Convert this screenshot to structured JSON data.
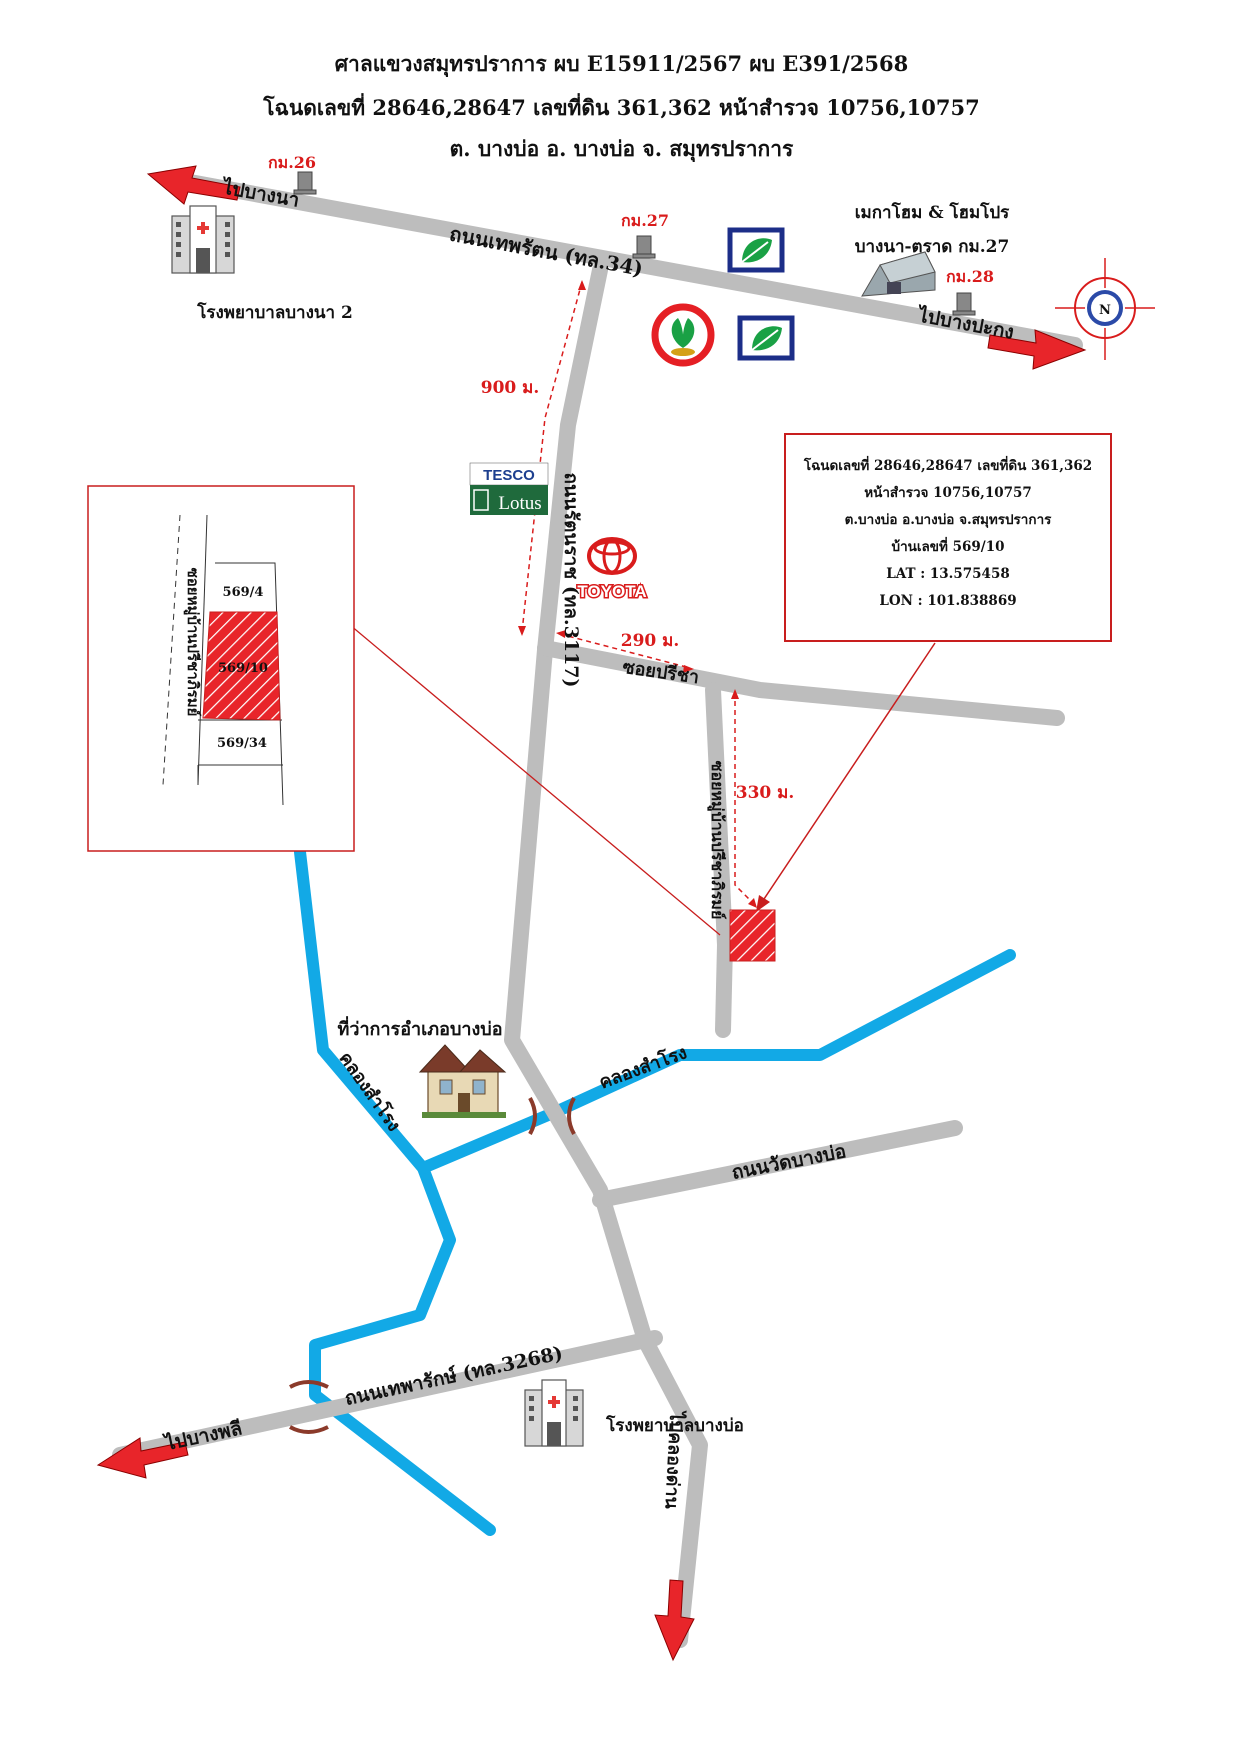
{
  "header": {
    "line1": "ศาลแขวงสมุทรปราการ  ผบ E15911/2567  ผบ E391/2568",
    "line2": "โฉนดเลขที่ 28646,28647  เลขที่ดิน 361,362  หน้าสำรวจ 10756,10757",
    "line3": "ต. บางบ่อ  อ. บางบ่อ  จ. สมุทรปราการ"
  },
  "info_box": {
    "deed": "โฉนดเลขที่ 28646,28647 เลขที่ดิน 361,362",
    "survey": "หน้าสำรวจ 10756,10757",
    "location": "ต.บางบ่อ อ.บางบ่อ จ.สมุทรปราการ",
    "house_no": "บ้านเลขที่ 569/10",
    "lat": "LAT : 13.575458",
    "lon": "LON : 101.838869"
  },
  "roads": {
    "thepharat": "ถนนเทพรัตน (ทล.34)",
    "rattanarat": "ถนนรัตนราช (ทล.3117)",
    "soi_preeya": "ซอยปรีชา",
    "soi_village": "ซอยหมู่บ้านปรีชาภิรมย์",
    "wat_bang_bo": "ถนนวัดบางบ่อ",
    "theparak": "ถนนเทพารักษ์ (ทล.3268)"
  },
  "canal": {
    "name": "คลองสำโรง"
  },
  "directions": {
    "to_bangna": "ไปบางนา",
    "to_bangpakong": "ไปบางปะกง",
    "to_bangphli": "ไปบางพลี",
    "to_khlong_dan": "ไปคลองด่าน"
  },
  "km_markers": {
    "km26": "กม.26",
    "km27": "กม.27",
    "km28": "กม.28"
  },
  "distances": {
    "d900": "900 ม.",
    "d290": "290 ม.",
    "d330": "330 ม."
  },
  "landmarks": {
    "bangna2_hospital": "โรงพยาบาลบางนา 2",
    "megahome_line1": "เมกาโฮม & โฮมโปร",
    "megahome_line2": "บางนา-ตราด กม.27",
    "district_office": "ที่ว่าการอำเภอบางบ่อ",
    "bangbo_hospital": "โรงพยาบาลบางบ่อ",
    "tesco_top": "TESCO",
    "tesco_bottom": "Lotus",
    "toyota": "TOYOTA",
    "compass": "N"
  },
  "inset": {
    "road_label": "ซอยหมู่บ้านปรีชาภิรมย์",
    "plot_top": "569/4",
    "plot_subject": "569/10",
    "plot_bottom": "569/34"
  },
  "colors": {
    "road": "#bdbdbd",
    "canal": "#12a9e6",
    "accent_red": "#d91c1c",
    "bank_green": "#1aa145",
    "bank_blue": "#1c2e88"
  }
}
